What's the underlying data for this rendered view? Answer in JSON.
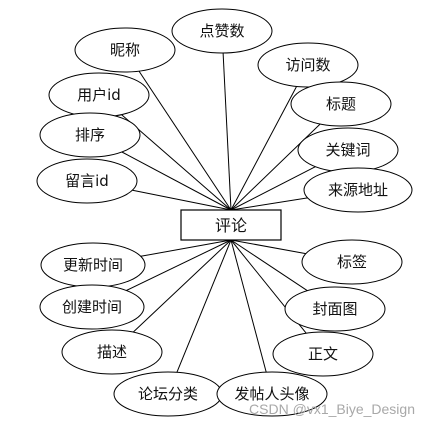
{
  "center": {
    "label": "评论"
  },
  "attributes": [
    {
      "label": "点赞数"
    },
    {
      "label": "昵称"
    },
    {
      "label": "访问数"
    },
    {
      "label": "用户id"
    },
    {
      "label": "标题"
    },
    {
      "label": "排序"
    },
    {
      "label": "关键词"
    },
    {
      "label": "留言id"
    },
    {
      "label": "来源地址"
    },
    {
      "label": "更新时间"
    },
    {
      "label": "标签"
    },
    {
      "label": "创建时间"
    },
    {
      "label": "封面图"
    },
    {
      "label": "描述"
    },
    {
      "label": "正文"
    },
    {
      "label": "论坛分类"
    },
    {
      "label": "发帖人头像"
    }
  ],
  "watermark": "CSDN @vx1_Biye_Design"
}
